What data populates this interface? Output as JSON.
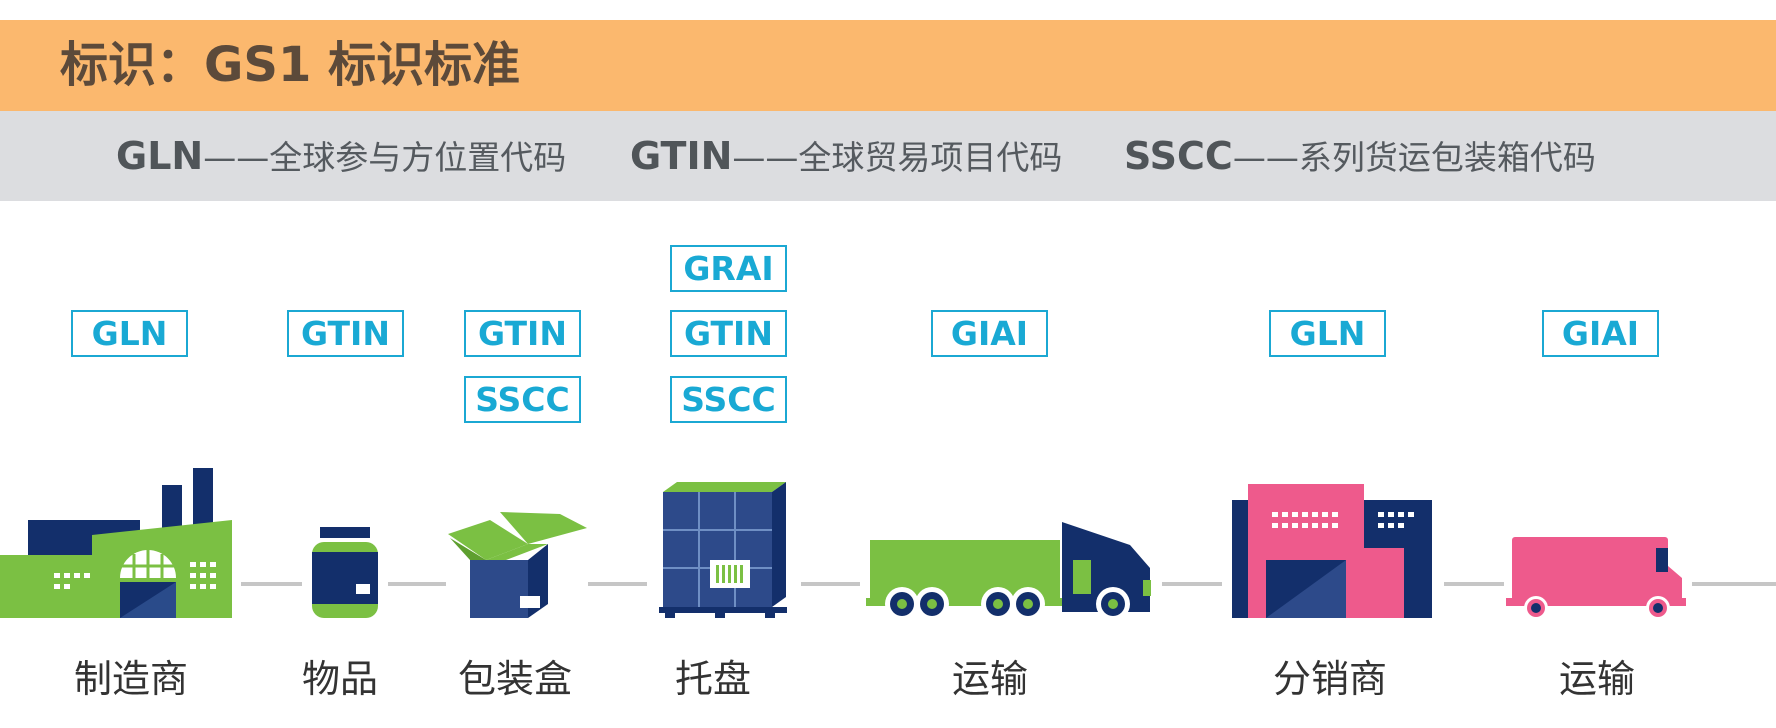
{
  "header": {
    "title": "标识：GS1 标识标准"
  },
  "definitions": [
    {
      "code": "GLN",
      "desc": "——全球参与方位置代码"
    },
    {
      "code": "GTIN",
      "desc": "——全球贸易项目代码"
    },
    {
      "code": "SSCC",
      "desc": "——系列货运包装箱代码"
    }
  ],
  "stages": [
    {
      "label": "制造商",
      "tags": [
        "GLN"
      ]
    },
    {
      "label": "物品",
      "tags": [
        "GTIN"
      ]
    },
    {
      "label": "包装盒",
      "tags": [
        "GTIN",
        "SSCC"
      ]
    },
    {
      "label": "托盘",
      "tags": [
        "GRAI",
        "GTIN",
        "SSCC"
      ]
    },
    {
      "label": "运输",
      "tags": [
        "GIAI"
      ]
    },
    {
      "label": "分销商",
      "tags": [
        "GLN"
      ]
    },
    {
      "label": "运输",
      "tags": [
        "GIAI"
      ]
    }
  ],
  "colors": {
    "header": "#fbb86e",
    "band": "#dcdde0",
    "tag": "#19a9d4",
    "green": "#7bc043",
    "navy": "#132f6b",
    "pink": "#ee5a8c",
    "connector": "#c6c6c6"
  }
}
